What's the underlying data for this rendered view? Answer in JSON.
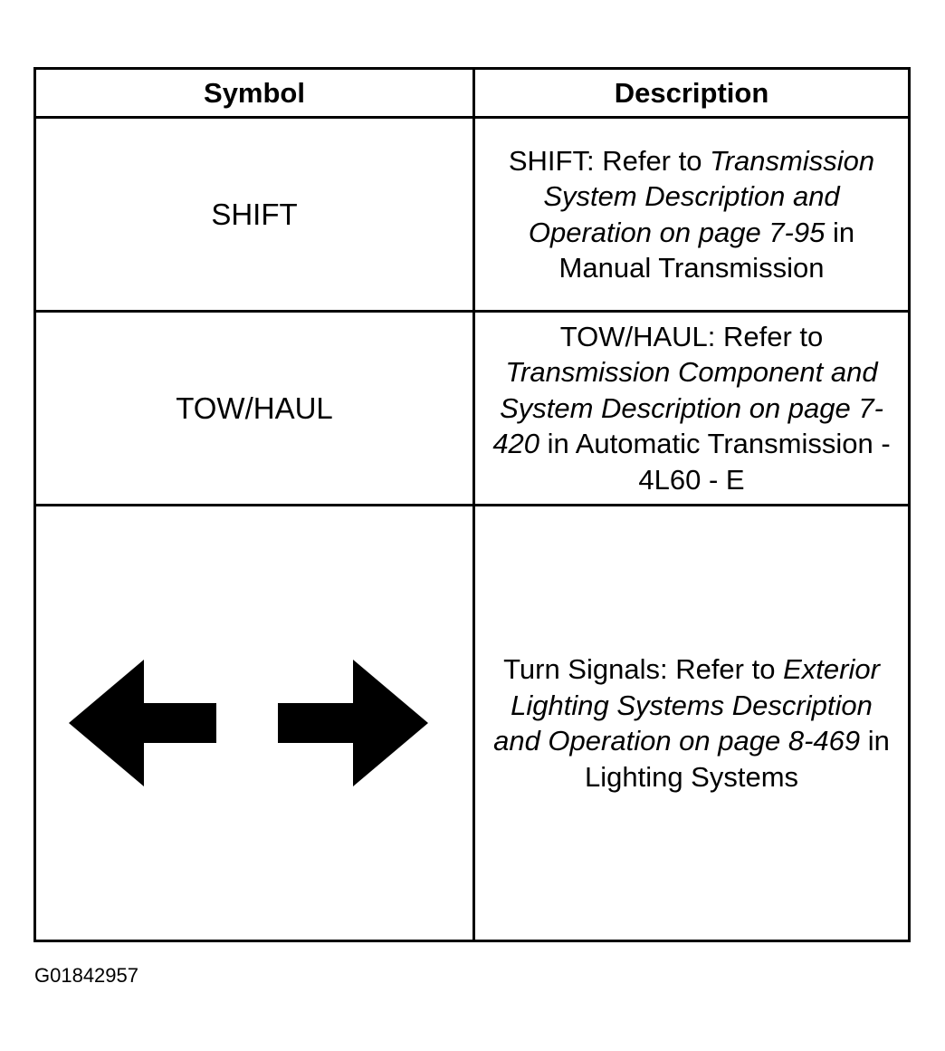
{
  "table": {
    "headers": {
      "symbol": "Symbol",
      "description": "Description"
    },
    "rows": [
      {
        "symbol_text": "SHIFT",
        "desc_lead": "SHIFT: Refer to ",
        "desc_ref": "Transmission System Description and Operation on page 7-95",
        "desc_tail": " in Manual Transmission"
      },
      {
        "symbol_text": "TOW/HAUL",
        "desc_lead": "TOW/HAUL: Refer to ",
        "desc_ref": "Transmission Component and System Description on page 7-420",
        "desc_tail": " in Automatic Transmission - 4L60 - E"
      },
      {
        "symbol_icon": "turn-signal-arrows-icon",
        "desc_lead": "Turn Signals: Refer to ",
        "desc_ref": "Exterior Lighting Systems Description and Operation on page 8-469",
        "desc_tail": " in Lighting Systems"
      }
    ]
  },
  "figure_id": "G01842957"
}
